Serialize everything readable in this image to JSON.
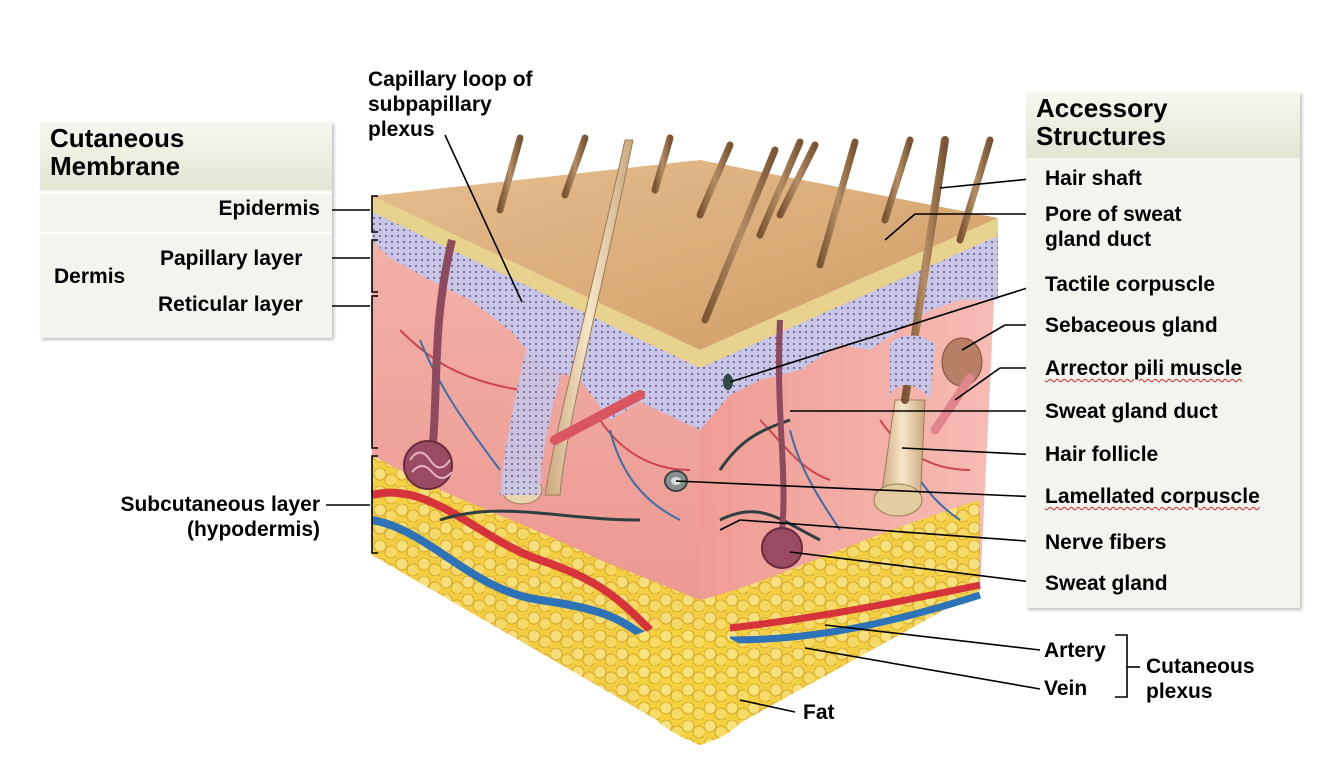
{
  "left_panel": {
    "title": "Cutaneous\nMembrane",
    "rows": {
      "epidermis": "Epidermis",
      "dermis": "Dermis",
      "papillary": "Papillary layer",
      "reticular": "Reticular layer"
    }
  },
  "right_panel": {
    "title": "Accessory\nStructures",
    "items": {
      "hair_shaft": "Hair shaft",
      "pore": "Pore of sweat\ngland duct",
      "tactile": "Tactile corpuscle",
      "sebaceous": "Sebaceous gland",
      "arrector": "Arrector pili muscle",
      "sweat_duct": "Sweat gland duct",
      "follicle": "Hair follicle",
      "lamellated": "Lamellated corpuscle",
      "nerve": "Nerve fibers",
      "sweat_gland": "Sweat gland"
    }
  },
  "labels": {
    "capillary": "Capillary loop of\nsubpapillary\nplexus",
    "subcutaneous": "Subcutaneous layer\n(hypodermis)",
    "artery": "Artery",
    "vein": "Vein",
    "cutaneous_plexus": "Cutaneous\nplexus",
    "fat": "Fat"
  },
  "colors": {
    "skin_surface": "#dcae7c",
    "epidermis_band": "#c9c6e4",
    "dermis": "#f1a9a2",
    "fat": "#f2cf3a",
    "artery": "#d7333b",
    "vein": "#2e73b8",
    "hair": "#9c7550"
  }
}
